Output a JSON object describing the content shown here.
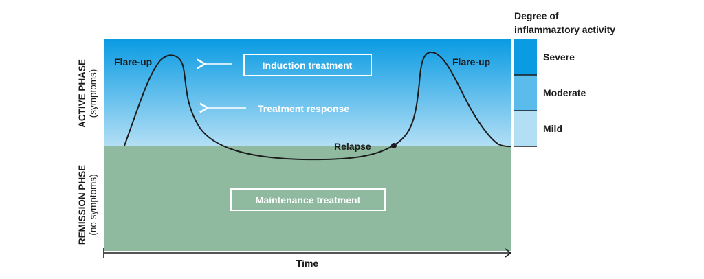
{
  "diagram": {
    "y_axis": {
      "active_phase": "ACTIVE PHASE",
      "active_phase_sub": "(symptoms)",
      "remission_phase": "REMISSION PHSE",
      "remission_phase_sub": "(no symptoms)"
    },
    "x_axis": {
      "label": "Time"
    },
    "annotations": {
      "flare_up_left": "Flare-up",
      "flare_up_right": "Flare-up",
      "relapse": "Relapse",
      "induction_treatment": "Induction treatment",
      "treatment_response": "Treatment response",
      "maintenance_treatment": "Maintenance treatment"
    },
    "legend": {
      "title_line1": "Degree of",
      "title_line2": "inflammaztory activity",
      "levels": [
        {
          "label": "Severe",
          "color": "#0a9be3"
        },
        {
          "label": "Moderate",
          "color": "#5bbbea"
        },
        {
          "label": "Mild",
          "color": "#b3dff5"
        }
      ]
    },
    "colors": {
      "active_top": "#0a9be3",
      "active_bottom": "#b3dff5",
      "remission": "#8fbaa0",
      "curve": "#1c1c1c"
    }
  }
}
